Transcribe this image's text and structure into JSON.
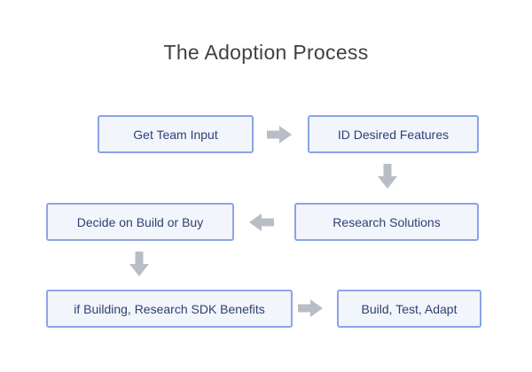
{
  "title": "The Adoption Process",
  "colors": {
    "box_fill": "#f2f5fc",
    "box_border": "#8ba3e8",
    "box_text": "#2f4172",
    "arrow": "#b9bdc6",
    "title_text": "#414141",
    "canvas_bg": "#ffffff"
  },
  "nodes": [
    {
      "id": "get-team-input",
      "label": "Get Team Input"
    },
    {
      "id": "id-desired-features",
      "label": "ID Desired Features"
    },
    {
      "id": "decide-on-build-or-buy",
      "label": "Decide on Build or Buy"
    },
    {
      "id": "research-solutions",
      "label": "Research Solutions"
    },
    {
      "id": "if-building-research-sdk-benefits",
      "label": "if Building, Research SDK Benefits"
    },
    {
      "id": "build-test-adapt",
      "label": "Build, Test, Adapt"
    }
  ],
  "flow": [
    {
      "from": "Get Team Input",
      "to": "ID Desired Features",
      "direction": "right"
    },
    {
      "from": "ID Desired Features",
      "to": "Research Solutions",
      "direction": "down"
    },
    {
      "from": "Research Solutions",
      "to": "Decide on Build or Buy",
      "direction": "left"
    },
    {
      "from": "Decide on Build or Buy",
      "to": "if Building, Research SDK Benefits",
      "direction": "down"
    },
    {
      "from": "if Building, Research SDK Benefits",
      "to": "Build, Test, Adapt",
      "direction": "right"
    }
  ]
}
